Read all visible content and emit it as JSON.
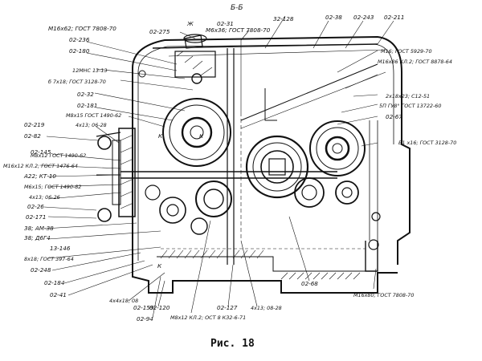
{
  "section_title": "Б-Б",
  "caption": "Рис. 18",
  "labels": {
    "l_0275": "02-275",
    "l_zh": "Ж",
    "l_0231": "02-31",
    "l_m6": "М6х36; ГОСТ 7808-70",
    "l_32128": "32-128",
    "l_0238": "02-38",
    "l_0243": "02-243",
    "l_02211": "02-211",
    "l_m16a": "М16х62; ГОСТ 7808-70",
    "l_02236": "02-236",
    "l_02180": "02-180",
    "l_12mns": "12МНС 13-13",
    "l_b7": "б 7х18; ГОСТ 3128-70",
    "l_0232": "02-32",
    "l_02181": "02-181",
    "l_m8x15": "М8х15 ГОСТ 1490-62",
    "l_4x13a": "4х13; 06-28",
    "l_02219": "02-219",
    "l_0282": "02-82",
    "l_02145": "02-145",
    "l_m8x12": "М8х12 ГОСТ 1490-62",
    "l_m16x12": "М16х12 КЛ.2; ГОСТ 1476-64",
    "l_a22": "А22; КТ-10",
    "l_m6x15": "М6х15; ГОСТ 1490-82",
    "l_4x13b": "4х13; 06-26",
    "l_0226": "02-26",
    "l_02171": "02-171",
    "l_38": "38; АМ-38",
    "l_38b": "38; Д6Г4",
    "l_13146": "13-146",
    "l_8x18": "8х18; ГОСТ 397-64",
    "l_02248": "02-248",
    "l_02184": "02-184",
    "l_0241": "02-41",
    "l_4x4": "4х4х18; 08",
    "l_02159": "02-159",
    "l_02120": "02-120",
    "l_0294": "02-94",
    "l_02127": "02-127",
    "l_m8x12b": "М8х12 КЛ.2; ОСТ 8 КЗ2-6-71",
    "l_4x13c": "4х13; 08-28",
    "l_0268": "02-68",
    "l_m16b": "М16х80; ГОСТ 7808-70",
    "l_m16c": "М16; ГОСТ 5929-70",
    "l_m16d": "М16х86 КЛ.2; ГОСТ 8878-64",
    "l_2x18": "2х18х23; С12-51",
    "l_5p": "5П ГУ8° ГОСТ 13722-60",
    "l_0267": "02-67",
    "l_b1x16": "Б1 х16; ГОСТ 3128-70",
    "l_k1": "К",
    "l_k2": "К",
    "l_k3": "К"
  },
  "colors": {
    "ink": "#111111",
    "paper": "#ffffff"
  }
}
